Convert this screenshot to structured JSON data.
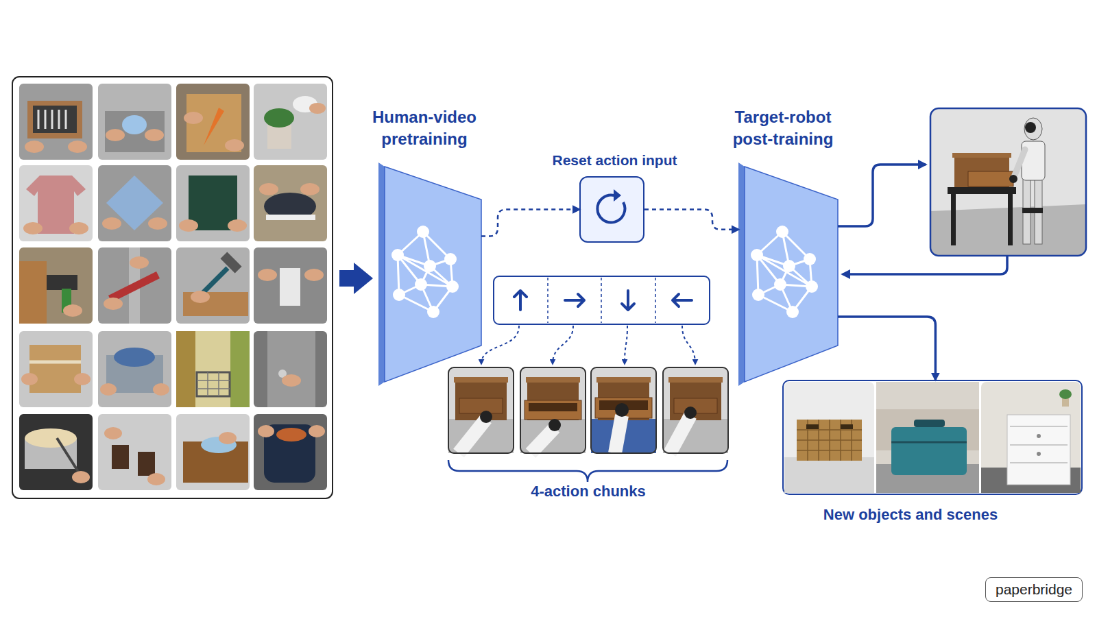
{
  "diagram": {
    "nodes": [
      {
        "text": [
          "Human-video pretraining"
        ]
      },
      {
        "text": [
          "Reset action input"
        ]
      },
      {
        "text": [
          "4-action chunks"
        ]
      },
      {
        "text": [
          "Target-robot post-training"
        ]
      },
      {
        "text": [
          "New objects and scenes"
        ]
      },
      {
        "text": [
          "paperbridge"
        ]
      }
    ],
    "edges": [
      {
        "from": 0,
        "to": 1,
        "arrow": "to"
      },
      {
        "from": 1,
        "to": 3,
        "arrow": "to"
      },
      {
        "from": 3,
        "to": 4,
        "arrow": "to"
      }
    ]
  }
}
